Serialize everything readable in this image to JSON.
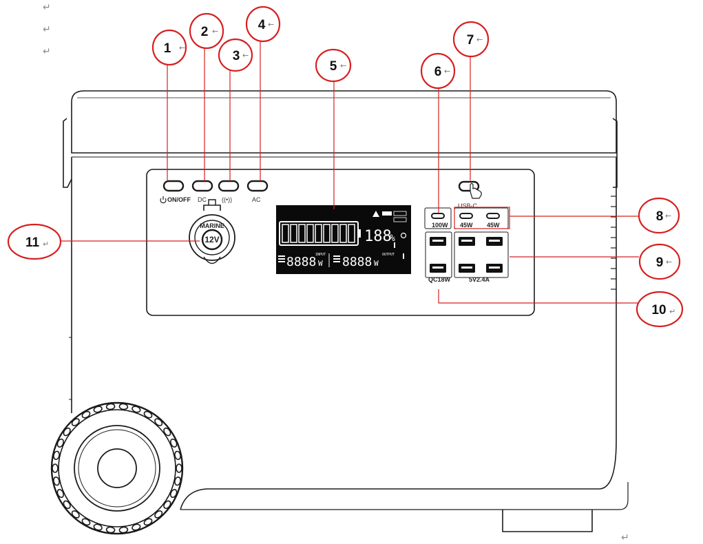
{
  "return_marks": [
    "↵",
    "↵",
    "↵",
    "↵"
  ],
  "buttons": {
    "power": "ON/OFF",
    "dc": "DC",
    "wireless": "((•))",
    "ac": "AC"
  },
  "lcd": {
    "battery_percent": "188",
    "percent_sign": "%",
    "input_digits": "8888",
    "input_unit": "W",
    "input_label": "INPUT",
    "output_digits": "8888",
    "output_unit": "W",
    "output_label": "OUTPUT"
  },
  "outlet_12v": {
    "brand": "MARINE",
    "voltage": "12V"
  },
  "ports": {
    "usb_c_header": "USB-C",
    "usb_c_100w": "100W",
    "usb_c_45w_1": "45W",
    "usb_c_45w_2": "45W",
    "qc_label": "QC18W",
    "usb_a_label": "5V2.4A"
  },
  "callouts": [
    {
      "number": "1",
      "arrow": "←"
    },
    {
      "number": "2",
      "arrow": "←"
    },
    {
      "number": "3",
      "arrow": "←"
    },
    {
      "number": "4",
      "arrow": "←"
    },
    {
      "number": "5",
      "arrow": "←"
    },
    {
      "number": "6",
      "arrow": "←"
    },
    {
      "number": "7",
      "arrow": "←"
    },
    {
      "number": "8",
      "arrow": "←"
    },
    {
      "number": "9",
      "arrow": "←"
    },
    {
      "number": "10",
      "arrow": "↵"
    },
    {
      "number": "11",
      "arrow": "↵"
    }
  ],
  "colors": {
    "callout_red": "#d61f1f",
    "outline": "#1a1a1a",
    "lcd_bg": "#0a0a0a"
  }
}
